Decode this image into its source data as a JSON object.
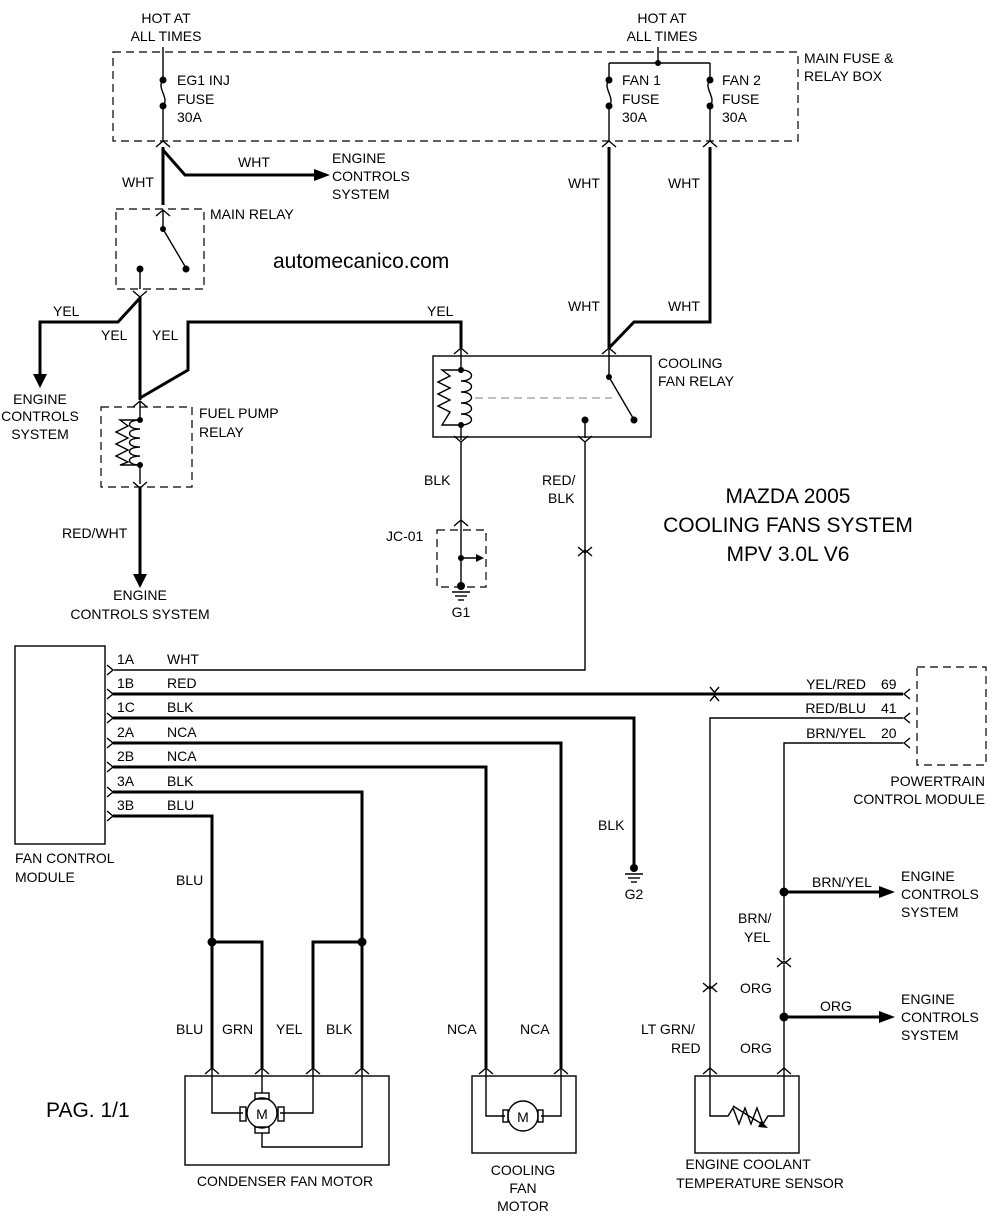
{
  "watermark": "automecanico.com",
  "title": {
    "line1": "MAZDA 2005",
    "line2": "COOLING FANS SYSTEM",
    "line3": "MPV 3.0L V6"
  },
  "page_label": "PAG. 1/1",
  "power": {
    "hot_line1": "HOT AT",
    "hot_line2": "ALL TIMES"
  },
  "fuse_box": {
    "label_line1": "MAIN FUSE &",
    "label_line2": "RELAY BOX",
    "fuses": [
      {
        "l1": "EG1 INJ",
        "l2": "FUSE",
        "l3": "30A"
      },
      {
        "l1": "FAN 1",
        "l2": "FUSE",
        "l3": "30A"
      },
      {
        "l1": "FAN 2",
        "l2": "FUSE",
        "l3": "30A"
      }
    ]
  },
  "engine_controls": {
    "l1": "ENGINE",
    "l2": "CONTROLS",
    "l3": "SYSTEM",
    "one_line": "ENGINE",
    "one_line2": "CONTROLS SYSTEM"
  },
  "components": {
    "main_relay": "MAIN RELAY",
    "fuel_pump_relay_l1": "FUEL PUMP",
    "fuel_pump_relay_l2": "RELAY",
    "cooling_fan_relay_l1": "COOLING",
    "cooling_fan_relay_l2": "FAN RELAY",
    "jc01": "JC-01",
    "g1": "G1",
    "g2": "G2",
    "fcm_l1": "FAN CONTROL",
    "fcm_l2": "MODULE",
    "pcm_l1": "POWERTRAIN",
    "pcm_l2": "CONTROL MODULE",
    "condenser_fan_motor": "CONDENSER FAN MOTOR",
    "cooling_fan_motor_l1": "COOLING",
    "cooling_fan_motor_l2": "FAN",
    "cooling_fan_motor_l3": "MOTOR",
    "ect_l1": "ENGINE COOLANT",
    "ect_l2": "TEMPERATURE SENSOR",
    "motor_symbol": "M"
  },
  "wires": {
    "wht": "WHT",
    "yel": "YEL",
    "blk": "BLK",
    "red_wht": "RED/WHT",
    "red_blk_l1": "RED/",
    "red_blk_l2": "BLK",
    "blu": "BLU",
    "grn": "GRN",
    "nca": "NCA",
    "brn_yel": "BRN/YEL",
    "brn_yel_l1": "BRN/",
    "brn_yel_l2": "YEL",
    "org": "ORG",
    "lt_grn_red_l1": "LT GRN/",
    "lt_grn_red_l2": "RED"
  },
  "fcm_pins": [
    {
      "pin": "1A",
      "color": "WHT"
    },
    {
      "pin": "1B",
      "color": "RED"
    },
    {
      "pin": "1C",
      "color": "BLK"
    },
    {
      "pin": "2A",
      "color": "NCA"
    },
    {
      "pin": "2B",
      "color": "NCA"
    },
    {
      "pin": "3A",
      "color": "BLK"
    },
    {
      "pin": "3B",
      "color": "BLU"
    }
  ],
  "pcm_pins": [
    {
      "pin": "69",
      "color": "YEL/RED"
    },
    {
      "pin": "41",
      "color": "RED/BLU"
    },
    {
      "pin": "20",
      "color": "BRN/YEL"
    }
  ]
}
